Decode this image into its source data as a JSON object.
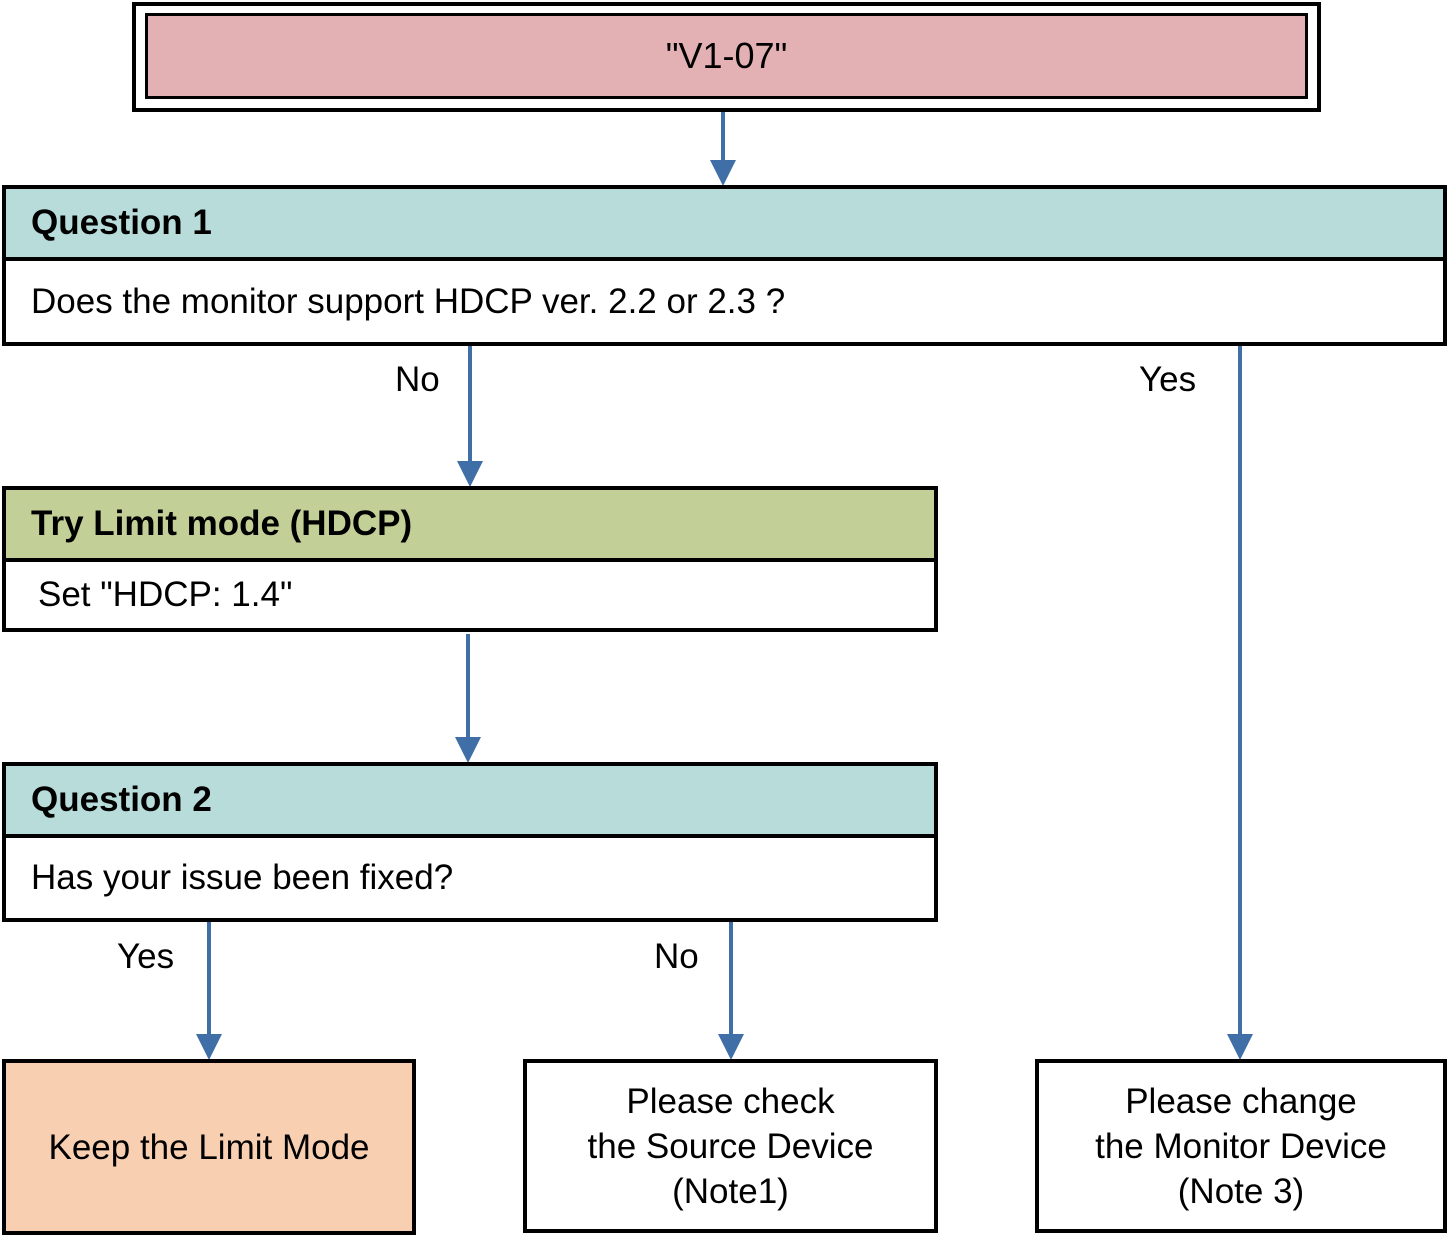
{
  "start": {
    "label": "\"V1-07\""
  },
  "question1": {
    "header": "Question 1",
    "text": "Does the monitor support HDCP ver. 2.2 or 2.3 ?"
  },
  "limit_mode": {
    "header": "Try Limit mode (HDCP)",
    "text": "Set \"HDCP: 1.4\""
  },
  "question2": {
    "header": "Question 2",
    "text": "Has your issue been fixed?"
  },
  "edges": {
    "q1_no": "No",
    "q1_yes": "Yes",
    "q2_yes": "Yes",
    "q2_no": "No"
  },
  "results": {
    "keep": {
      "lines": [
        "Keep the Limit Mode"
      ]
    },
    "source": {
      "lines": [
        "Please check",
        "the Source Device",
        "(Note1)"
      ]
    },
    "monitor": {
      "lines": [
        "Please change",
        "the Monitor Device",
        "(Note 3)"
      ]
    }
  },
  "colors": {
    "start_fill": "#e3b1b3",
    "question_header": "#b7dcda",
    "limit_header": "#c2cf96",
    "keep_fill": "#f9cfb2",
    "arrow": "#3f6fa6"
  }
}
